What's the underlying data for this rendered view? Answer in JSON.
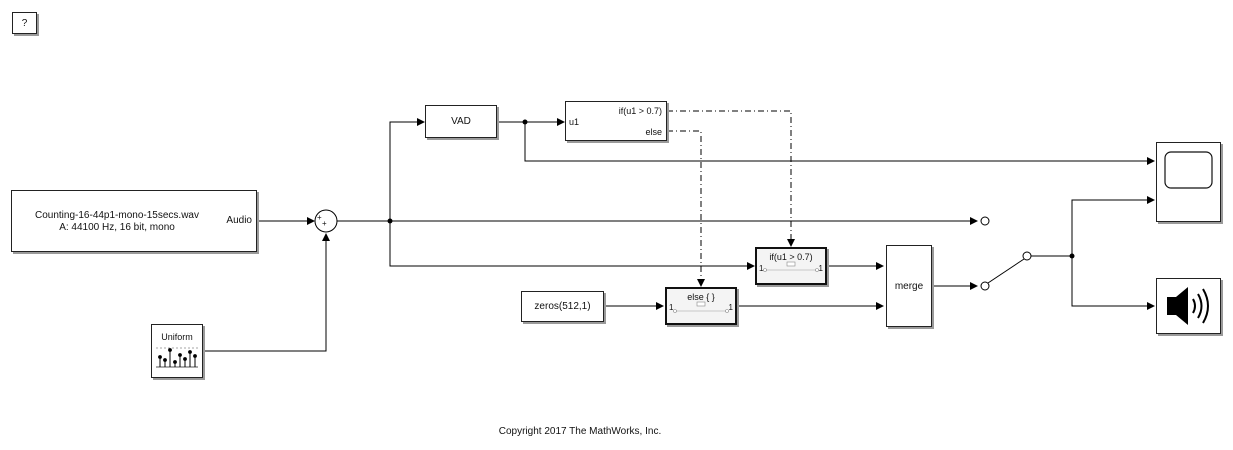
{
  "help_button": {
    "label": "?"
  },
  "from_file": {
    "filename": "Counting-16-44p1-mono-15secs.wav",
    "format": "A: 44100 Hz, 16 bit, mono",
    "port": "Audio"
  },
  "sum": {
    "sign1": "+",
    "sign2": "+"
  },
  "uniform": {
    "label": "Uniform"
  },
  "vad": {
    "label": "VAD"
  },
  "if_block": {
    "input": "u1",
    "out_if": "if(u1 > 0.7)",
    "out_else": "else"
  },
  "if_action": {
    "label": "if(u1 > 0.7)",
    "in_port": "1",
    "out_port": "1"
  },
  "else_action": {
    "label": "else { }",
    "in_port": "1",
    "out_port": "1"
  },
  "zeros": {
    "label": "zeros(512,1)"
  },
  "merge": {
    "label": "merge"
  },
  "copyright": "Copyright 2017 The MathWorks, Inc.",
  "icons": [
    "scope-icon",
    "speaker-icon",
    "manual-switch-icon",
    "random-source-icon"
  ],
  "colors": {
    "wire": "#000000",
    "block_border": "#222222",
    "shadow": "#9a9a9a"
  }
}
